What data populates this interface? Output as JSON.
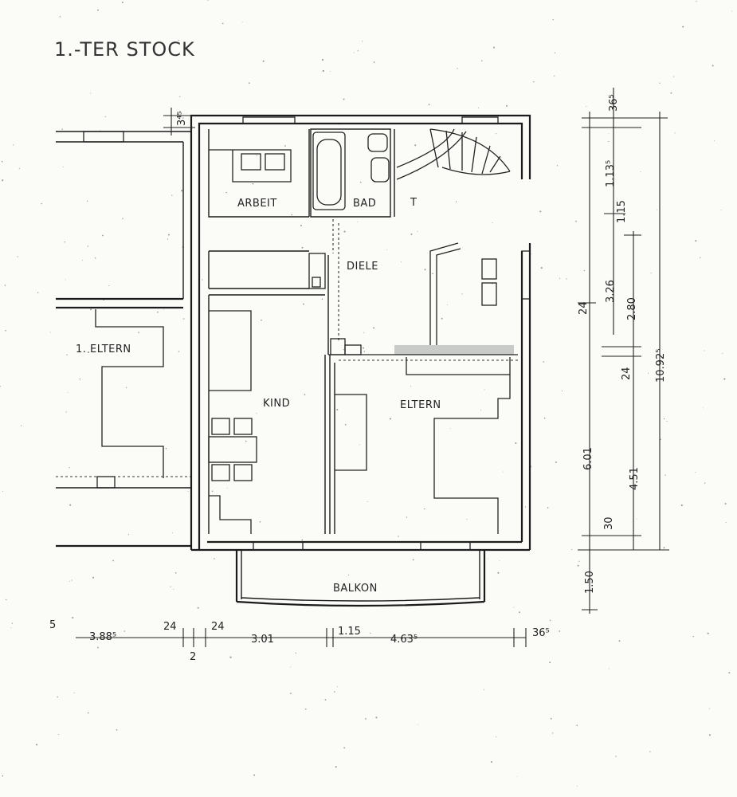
{
  "title": "1.-TER STOCK",
  "rooms": {
    "arbeit": "ARBEIT",
    "bad": "BAD",
    "treppe": "T",
    "diele": "DIELE",
    "eltern_left": "1. ELTERN",
    "kind": "KIND",
    "eltern": "ELTERN",
    "balkon": "BALKON"
  },
  "dimensions": {
    "top_small": "3⁴⁵",
    "right_top": "36⁵",
    "right_1": "1.13⁵",
    "right_2": "1.15",
    "right_3": "3.26",
    "right_4": "2.80",
    "right_5": "24",
    "right_6": "24",
    "right_total": "10.92⁵",
    "right_7": "6.01",
    "right_8": "4.51",
    "right_9": "30",
    "right_10": "1.50",
    "bottom_0": "5",
    "bottom_1": "3.88⁵",
    "bottom_2": "24",
    "bottom_3": "24",
    "bottom_4": "2",
    "bottom_5": "3.01",
    "bottom_6": "1.15",
    "bottom_7": "4.63⁵",
    "bottom_8": "36⁵"
  }
}
